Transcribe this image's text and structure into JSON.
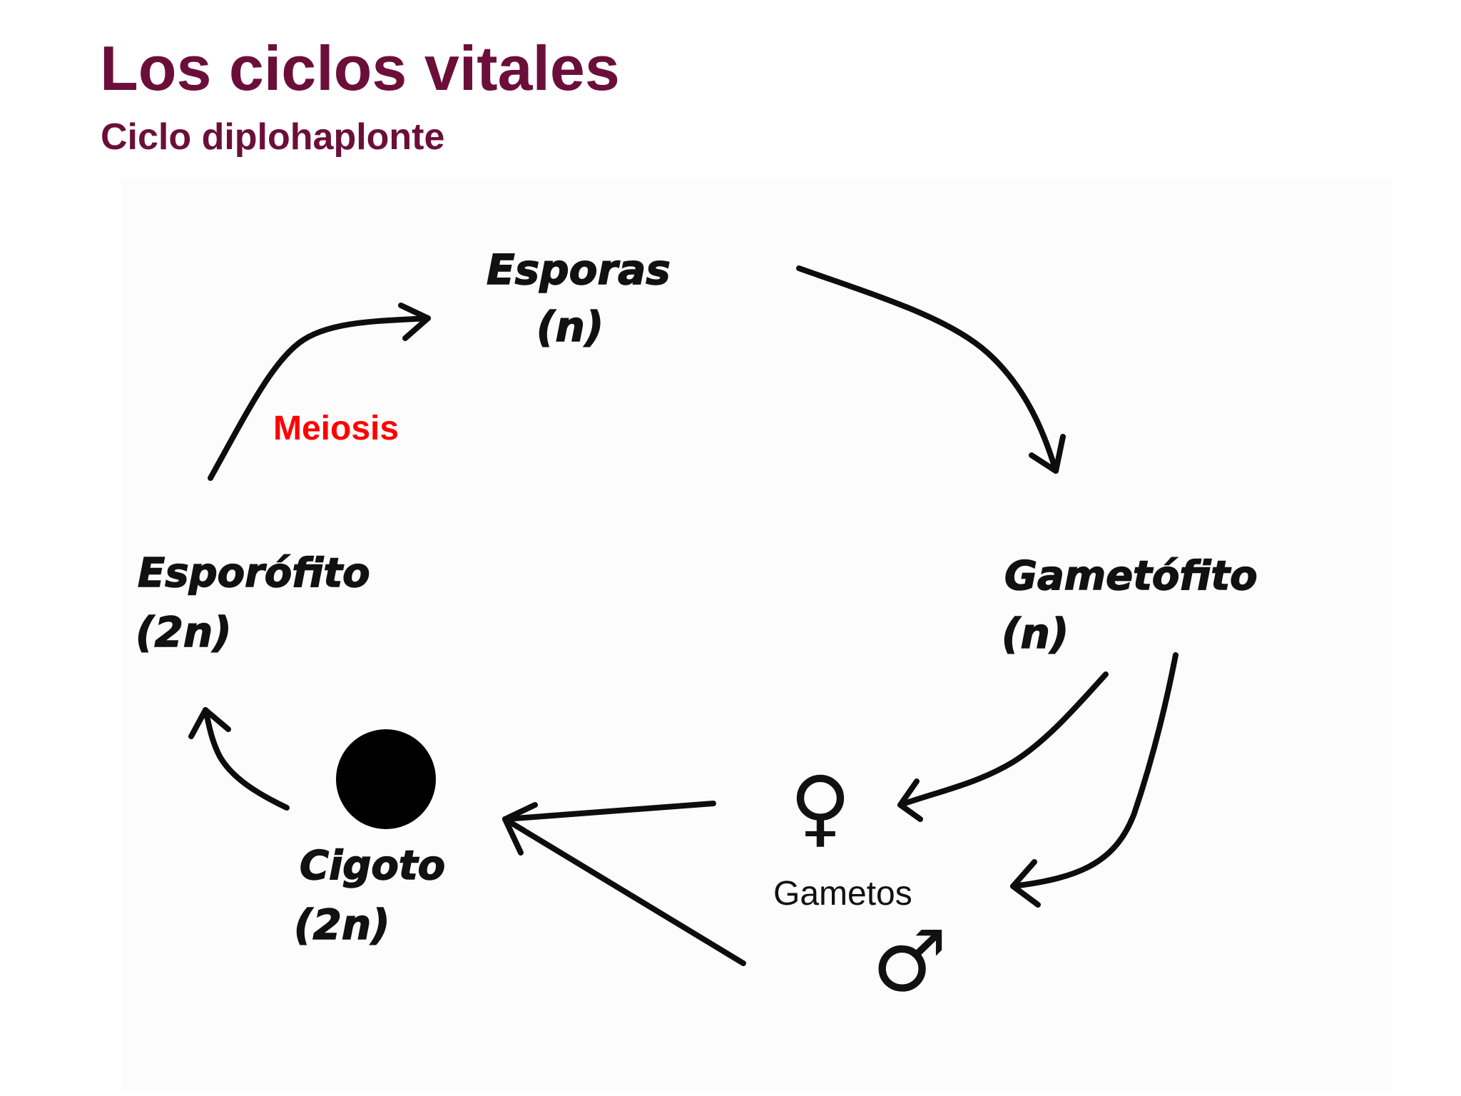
{
  "slide": {
    "title": "Los ciclos vitales",
    "subtitle": "Ciclo diplohaplonte"
  },
  "diagram": {
    "stages": {
      "esporas": {
        "name": "Esporas",
        "ploidy": "(n)"
      },
      "gametofito": {
        "name": "Gametófito",
        "ploidy": "(n)"
      },
      "cigoto": {
        "name": "Cigoto",
        "ploidy": "(2n)"
      },
      "esporofito": {
        "name": "Esporófito",
        "ploidy": "(2n)"
      }
    },
    "process_label": "Meiosis",
    "gametes_label": "Gametos",
    "female_symbol": "♀",
    "male_symbol": "♂",
    "colors": {
      "title": "#6b0f3a",
      "meiosis": "#ff0000",
      "ink": "#111111"
    }
  }
}
